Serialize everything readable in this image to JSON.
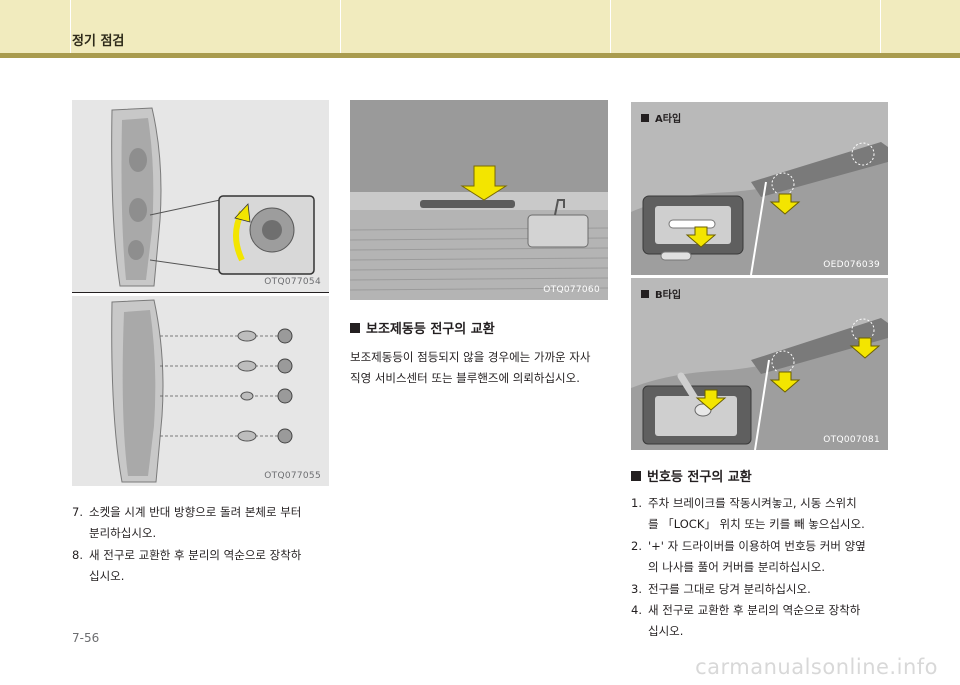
{
  "header": {
    "title": "정기 점검"
  },
  "figures": [
    {
      "code": "OTQ077054"
    },
    {
      "code": "OTQ077055"
    },
    {
      "code": "OTQ077060"
    },
    {
      "label": "A타입",
      "code": "OED076039"
    },
    {
      "label": "B타입",
      "code": "OTQ007081"
    }
  ],
  "left_steps": [
    {
      "num": "7.",
      "lines": [
        "소켓을 시계 반대 방향으로 돌려 본체로 부터",
        "분리하십시오."
      ]
    },
    {
      "num": "8.",
      "lines": [
        "새 전구로 교환한 후 분리의 역순으로 장착하",
        "십시오."
      ]
    }
  ],
  "high_stop": {
    "title": "보조제동등 전구의 교환",
    "lines": [
      "보조제동등이 점등되지 않을 경우에는 가까운 자사",
      "직영 서비스센터 또는 블루핸즈에 의뢰하십시오."
    ]
  },
  "license": {
    "title": "번호등 전구의 교환",
    "steps": [
      {
        "num": "1.",
        "lines": [
          "주차 브레이크를 작동시켜놓고, 시동 스위치",
          "를 「LOCK」 위치 또는 키를 빼 놓으십시오."
        ]
      },
      {
        "num": "2.",
        "lines": [
          "'+' 자 드라이버를 이용하여 번호등 커버 양옆",
          "의 나사를 풀어 커버를 분리하십시오."
        ]
      },
      {
        "num": "3.",
        "lines": [
          "전구를 그대로 당겨 분리하십시오."
        ]
      },
      {
        "num": "4.",
        "lines": [
          "새 전구로 교환한 후 분리의 역순으로 장착하",
          "십시오."
        ]
      }
    ]
  },
  "page_number": "7-56",
  "watermark": "carmanualsonline.info",
  "colors": {
    "header_bg": "#f1ebbe",
    "header_bar": "#a99b4e",
    "arrow": "#f3e500"
  }
}
